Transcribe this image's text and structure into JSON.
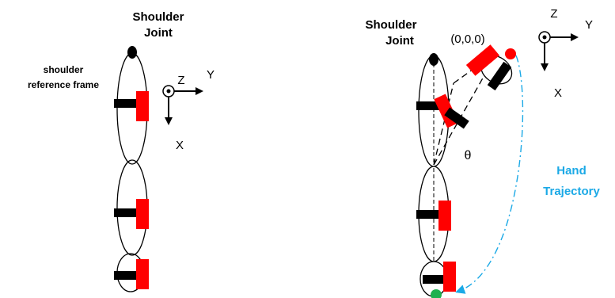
{
  "left_figure": {
    "title_line1": "Shoulder",
    "title_line2": "Joint",
    "frame_label_line1": "shoulder",
    "frame_label_line2": "reference frame",
    "axis_z": "Z",
    "axis_y": "Y",
    "axis_x": "X"
  },
  "right_figure": {
    "title_line1": "Shoulder",
    "title_line2": "Joint",
    "origin_label": "(0,0,0)",
    "angle_label": "θ",
    "trajectory_line1": "Hand",
    "trajectory_line2": "Trajectory",
    "axis_z": "Z",
    "axis_y": "Y",
    "axis_x": "X"
  },
  "colors": {
    "marker": "#ff0000",
    "sensor_block": "#000000",
    "trajectory": "#1ba9e6",
    "hand_end": "#1cb14f"
  }
}
